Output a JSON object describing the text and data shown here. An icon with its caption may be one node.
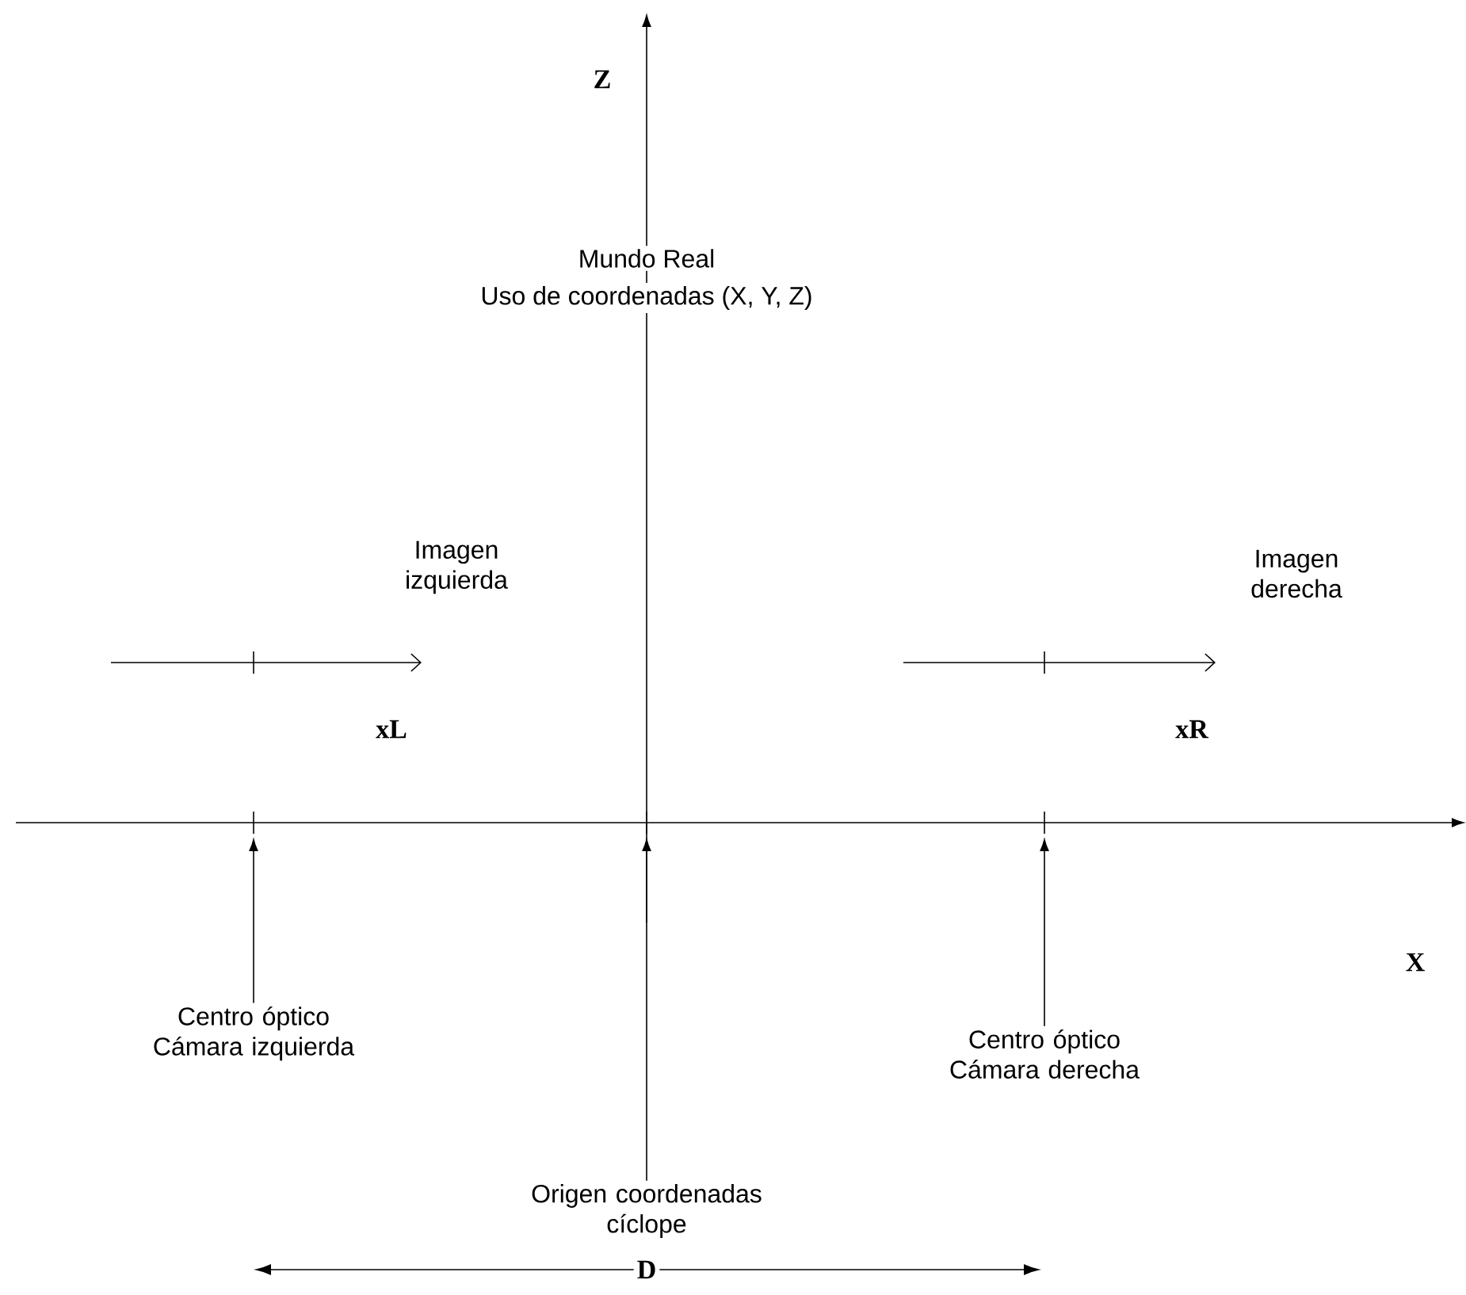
{
  "diagram": {
    "nodes": [
      {
        "text": [
          "Centro óptico Cámara izquierda"
        ]
      },
      {
        "text": [
          "Centro óptico Cámara derecha"
        ]
      },
      {
        "text": [
          "Origen coordenadas cíclope"
        ]
      }
    ],
    "edges": [
      {
        "from": 0,
        "to": null,
        "arrow": "to"
      },
      {
        "from": 1,
        "to": null,
        "arrow": "to"
      },
      {
        "from": 2,
        "to": null,
        "arrow": "to"
      }
    ],
    "labels": [
      "Z",
      "Mundo Real",
      "Uso de coordenadas (X, Y, Z)",
      "Imagen izquierda",
      "Imagen derecha",
      "xL",
      "xR",
      "X",
      "D"
    ]
  }
}
